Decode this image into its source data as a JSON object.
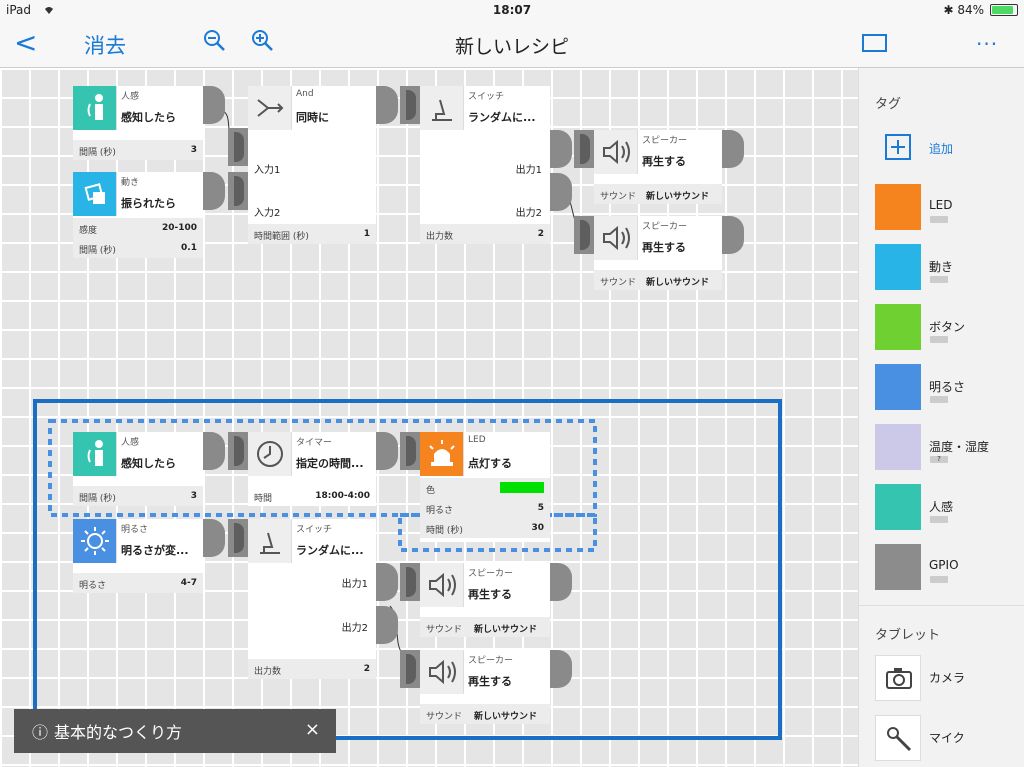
{
  "status": {
    "device": "iPad",
    "time": "18:07",
    "battery": "84%"
  },
  "nav": {
    "back": "<",
    "clear": "消去",
    "zoom_out": "⊖",
    "zoom_in": "⊕",
    "title": "新しいレシピ",
    "more": "···"
  },
  "blocks": {
    "b1": {
      "cat": "人感",
      "title": "感知したら",
      "params": [
        {
          "k": "間隔 (秒)",
          "v": "3"
        }
      ]
    },
    "b2": {
      "cat": "動き",
      "title": "振られたら",
      "params": [
        {
          "k": "感度",
          "v": "20-100"
        },
        {
          "k": "間隔 (秒)",
          "v": "0.1"
        }
      ]
    },
    "b3": {
      "cat": "And",
      "title": "同時に",
      "in1": "入力1",
      "in2": "入力2",
      "params": [
        {
          "k": "時間範囲 (秒)",
          "v": "1"
        }
      ]
    },
    "b4": {
      "cat": "スイッチ",
      "title": "ランダムに...",
      "out1": "出力1",
      "out2": "出力2",
      "params": [
        {
          "k": "出力数",
          "v": "2"
        }
      ]
    },
    "b5": {
      "cat": "スピーカー",
      "title": "再生する",
      "params": [
        {
          "k": "サウンド",
          "v": "新しいサウンド"
        }
      ]
    },
    "b6": {
      "cat": "スピーカー",
      "title": "再生する",
      "params": [
        {
          "k": "サウンド",
          "v": "新しいサウンド"
        }
      ]
    },
    "b7": {
      "cat": "人感",
      "title": "感知したら",
      "params": [
        {
          "k": "間隔 (秒)",
          "v": "3"
        }
      ]
    },
    "b8": {
      "cat": "タイマー",
      "title": "指定の時間...",
      "params": [
        {
          "k": "時間",
          "v": "18:00-4:00"
        }
      ]
    },
    "b9": {
      "cat": "LED",
      "title": "点灯する",
      "color_label": "色",
      "params": [
        {
          "k": "明るさ",
          "v": "5"
        },
        {
          "k": "時間 (秒)",
          "v": "30"
        }
      ]
    },
    "b10": {
      "cat": "明るさ",
      "title": "明るさが変...",
      "params": [
        {
          "k": "明るさ",
          "v": "4-7"
        }
      ]
    },
    "b11": {
      "cat": "スイッチ",
      "title": "ランダムに...",
      "out1": "出力1",
      "out2": "出力2",
      "params": [
        {
          "k": "出力数",
          "v": "2"
        }
      ]
    },
    "b12": {
      "cat": "スピーカー",
      "title": "再生する",
      "params": [
        {
          "k": "サウンド",
          "v": "新しいサウンド"
        }
      ]
    },
    "b13": {
      "cat": "スピーカー",
      "title": "再生する",
      "params": [
        {
          "k": "サウンド",
          "v": "新しいサウンド"
        }
      ]
    }
  },
  "sidebar": {
    "tag_section": "タグ",
    "add_label": "追加",
    "tags": [
      {
        "label": "LED",
        "color": "#f5841f",
        "icon": "led-icon"
      },
      {
        "label": "動き",
        "color": "#28b4e6",
        "icon": "motion-icon"
      },
      {
        "label": "ボタン",
        "color": "#6fd131",
        "icon": "button-icon"
      },
      {
        "label": "明るさ",
        "color": "#4a90e2",
        "icon": "brightness-icon"
      },
      {
        "label": "温度・湿度",
        "color": "#cbc8e8",
        "icon": "thermometer-icon",
        "badge": "?"
      },
      {
        "label": "人感",
        "color": "#35c4b0",
        "icon": "person-sensor-icon"
      },
      {
        "label": "GPIO",
        "color": "#8c8c8c",
        "icon": "gpio-icon"
      }
    ],
    "tablet_section": "タブレット",
    "tablet_items": [
      {
        "label": "カメラ",
        "icon": "camera-icon"
      },
      {
        "label": "マイク",
        "icon": "mic-icon"
      }
    ]
  },
  "tooltip": {
    "text": "基本的なつくり方",
    "close": "×"
  },
  "colors": {
    "accent": "#1a7ad6",
    "selection": "#1a6fc4",
    "led_color": "#00e000"
  }
}
